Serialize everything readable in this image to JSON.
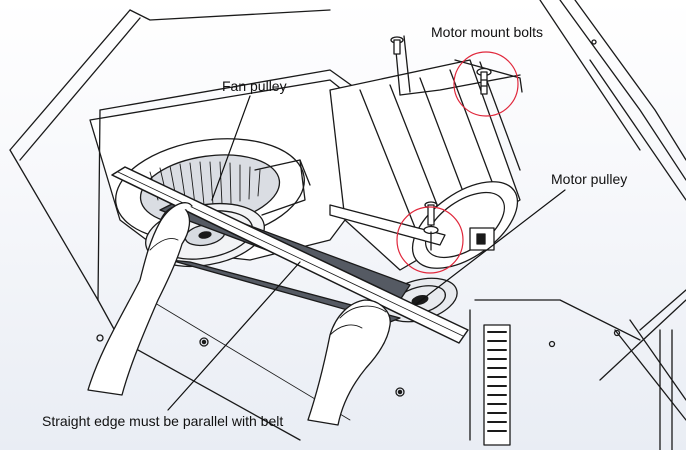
{
  "labels": {
    "fan_pulley": "Fan pulley",
    "motor_mount_bolts": "Motor mount bolts",
    "motor_pulley": "Motor pulley",
    "straight_edge_note": "Straight edge must be parallel with belt"
  },
  "colors": {
    "line_art": "#1a1a1a",
    "highlight_circle": "#e0283c",
    "background_shade": "#e9edf4"
  }
}
